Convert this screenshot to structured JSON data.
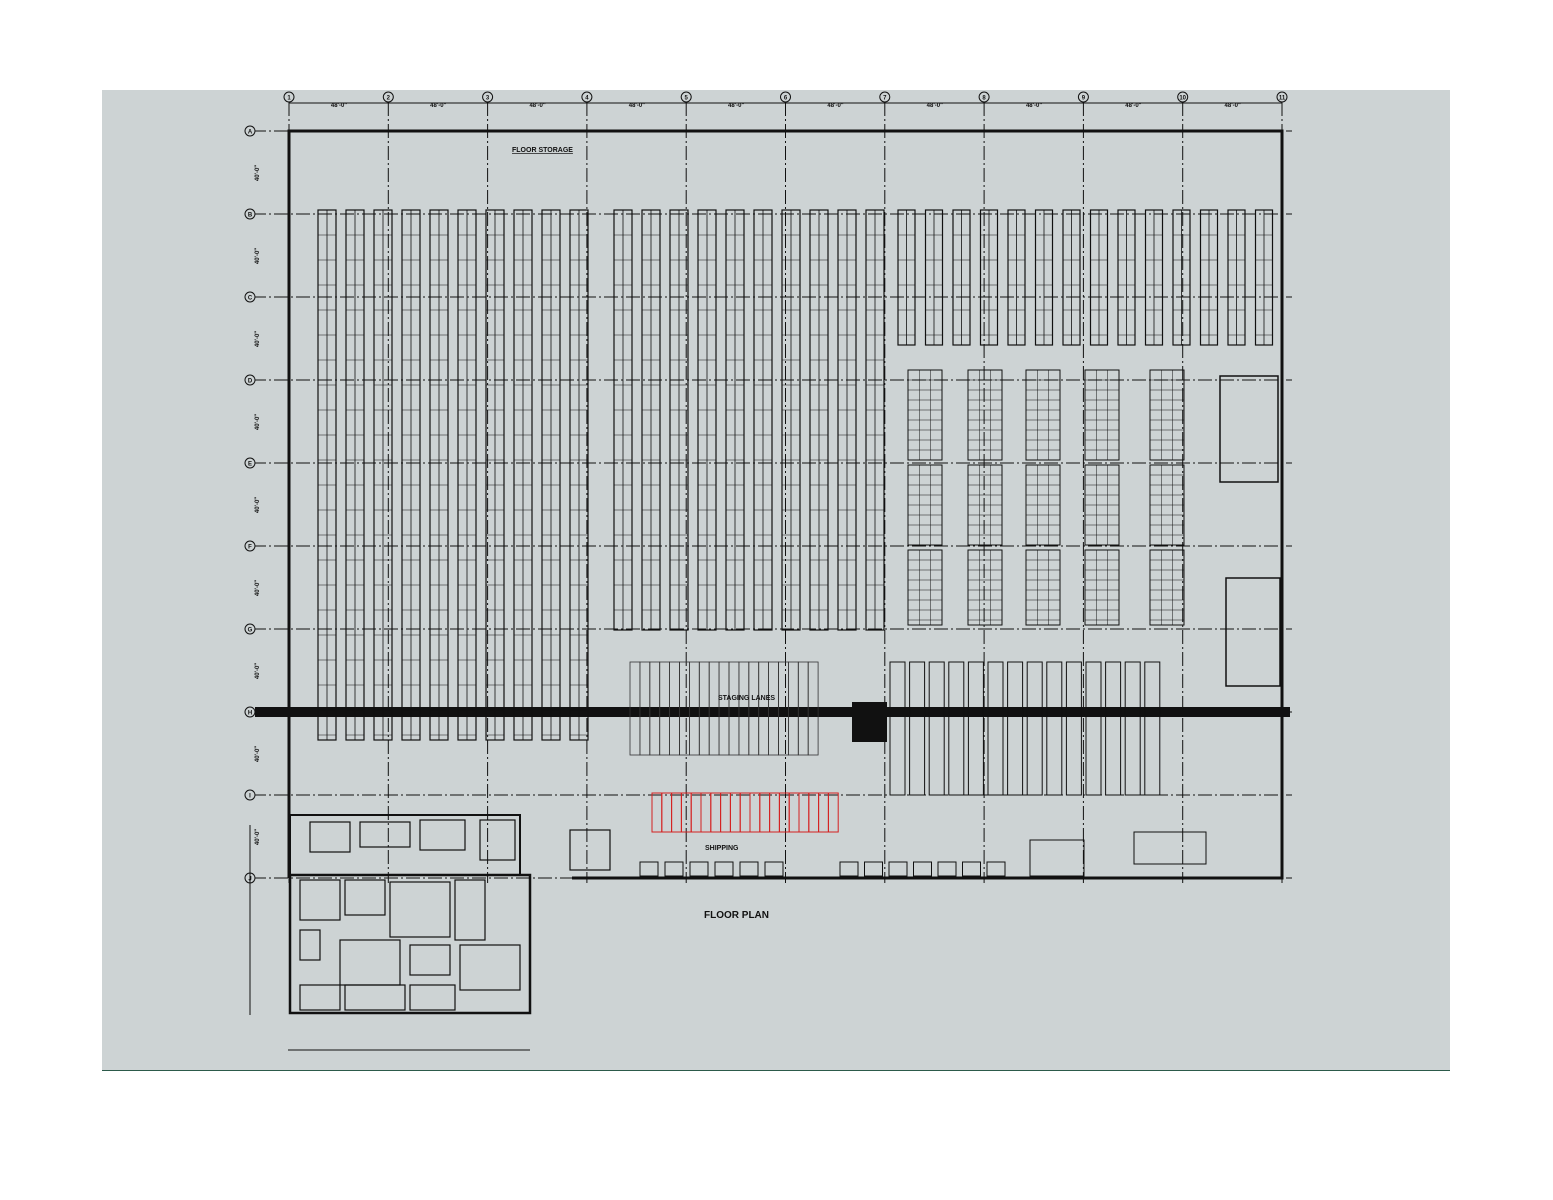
{
  "drawing": {
    "title": "FLOOR PLAN",
    "labels": {
      "floor_storage": "FLOOR STORAGE",
      "staging_lanes": "STAGING LANES",
      "shipping": "SHIPPING"
    },
    "column_grid": [
      "1",
      "2",
      "3",
      "4",
      "5",
      "6",
      "7",
      "8",
      "9",
      "10",
      "11"
    ],
    "row_grid": [
      "A",
      "B",
      "C",
      "D",
      "E",
      "F",
      "G",
      "H",
      "I",
      "J"
    ],
    "column_dimension": "48'-0\"",
    "row_dimension": "40'-0\"",
    "colors": {
      "background": "#cdd3d4",
      "linework": "#111111",
      "highlight": "#d42020"
    }
  }
}
